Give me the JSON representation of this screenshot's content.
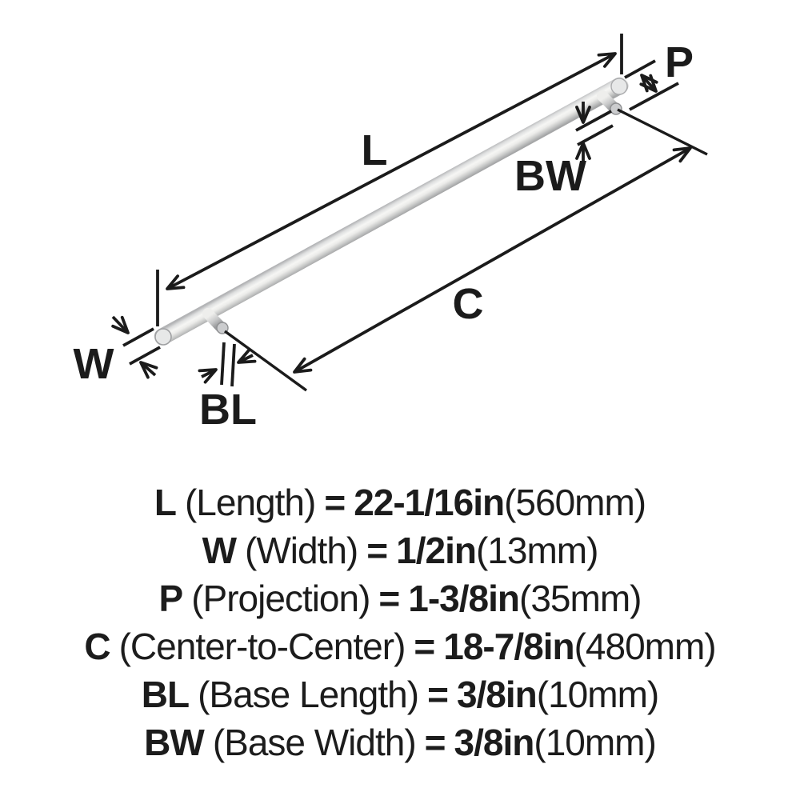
{
  "diagram": {
    "labels": {
      "length": "L",
      "width": "W",
      "projection": "P",
      "center_to_center": "C",
      "base_length": "BL",
      "base_width": "BW"
    }
  },
  "specs": [
    {
      "symbol": "L",
      "name": "(Length)",
      "equals": "=",
      "imperial": "22-1/16in",
      "metric": "(560mm)"
    },
    {
      "symbol": "W",
      "name": "(Width)",
      "equals": "=",
      "imperial": "1/2in",
      "metric": "(13mm)"
    },
    {
      "symbol": "P",
      "name": "(Projection)",
      "equals": "=",
      "imperial": "1-3/8in",
      "metric": "(35mm)"
    },
    {
      "symbol": "C",
      "name": "(Center-to-Center)",
      "equals": "=",
      "imperial": "18-7/8in",
      "metric": "(480mm)"
    },
    {
      "symbol": "BL",
      "name": "(Base Length)",
      "equals": "=",
      "imperial": "3/8in",
      "metric": "(10mm)"
    },
    {
      "symbol": "BW",
      "name": "(Base Width)",
      "equals": "=",
      "imperial": "3/8in",
      "metric": "(10mm)"
    }
  ],
  "colors": {
    "line": "#1b1b1b",
    "text": "#1c1c1c",
    "metal_light": "#f5f5f3",
    "metal_mid": "#c9cac9",
    "metal_dark": "#a8a9a8",
    "background": "#ffffff"
  }
}
